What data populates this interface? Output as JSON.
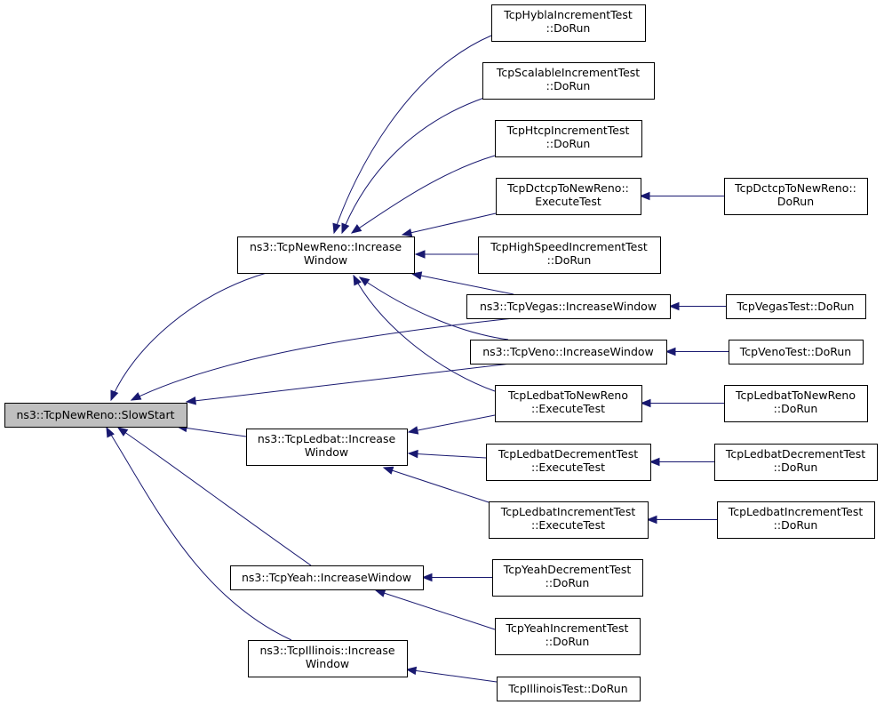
{
  "colors": {
    "edge": "#191970",
    "node_fill": "#ffffff",
    "root_fill": "#bfbfbf",
    "border": "#000000"
  },
  "nodes": {
    "slowstart": {
      "lines": [
        "ns3::TcpNewReno::SlowStart"
      ]
    },
    "newreno_iw": {
      "lines": [
        "ns3::TcpNewReno::Increase",
        "Window"
      ]
    },
    "ledbat_iw": {
      "lines": [
        "ns3::TcpLedbat::Increase",
        "Window"
      ]
    },
    "yeah_iw": {
      "lines": [
        "ns3::TcpYeah::IncreaseWindow"
      ]
    },
    "illinois_iw": {
      "lines": [
        "ns3::TcpIllinois::Increase",
        "Window"
      ]
    },
    "vegas_iw": {
      "lines": [
        "ns3::TcpVegas::IncreaseWindow"
      ]
    },
    "veno_iw": {
      "lines": [
        "ns3::TcpVeno::IncreaseWindow"
      ]
    },
    "hybla_test": {
      "lines": [
        "TcpHyblaIncrementTest",
        "::DoRun"
      ]
    },
    "scalable_test": {
      "lines": [
        "TcpScalableIncrementTest",
        "::DoRun"
      ]
    },
    "htcp_test": {
      "lines": [
        "TcpHtcpIncrementTest",
        "::DoRun"
      ]
    },
    "dctcp_exec": {
      "lines": [
        "TcpDctcpToNewReno::",
        "ExecuteTest"
      ]
    },
    "dctcp_dorun": {
      "lines": [
        "TcpDctcpToNewReno::",
        "DoRun"
      ]
    },
    "highspeed_test": {
      "lines": [
        "TcpHighSpeedIncrementTest",
        "::DoRun"
      ]
    },
    "vegas_test": {
      "lines": [
        "TcpVegasTest::DoRun"
      ]
    },
    "veno_test": {
      "lines": [
        "TcpVenoTest::DoRun"
      ]
    },
    "ledbat_newreno_exec": {
      "lines": [
        "TcpLedbatToNewReno",
        "::ExecuteTest"
      ]
    },
    "ledbat_newreno_dorun": {
      "lines": [
        "TcpLedbatToNewReno",
        "::DoRun"
      ]
    },
    "ledbat_dec_exec": {
      "lines": [
        "TcpLedbatDecrementTest",
        "::ExecuteTest"
      ]
    },
    "ledbat_dec_dorun": {
      "lines": [
        "TcpLedbatDecrementTest",
        "::DoRun"
      ]
    },
    "ledbat_inc_exec": {
      "lines": [
        "TcpLedbatIncrementTest",
        "::ExecuteTest"
      ]
    },
    "ledbat_inc_dorun": {
      "lines": [
        "TcpLedbatIncrementTest",
        "::DoRun"
      ]
    },
    "yeah_dec_test": {
      "lines": [
        "TcpYeahDecrementTest",
        "::DoRun"
      ]
    },
    "yeah_inc_test": {
      "lines": [
        "TcpYeahIncrementTest",
        "::DoRun"
      ]
    },
    "illinois_test": {
      "lines": [
        "TcpIllinoisTest::DoRun"
      ]
    }
  },
  "edges": [
    {
      "from": "newreno_iw",
      "to": "slowstart"
    },
    {
      "from": "vegas_iw",
      "to": "slowstart"
    },
    {
      "from": "veno_iw",
      "to": "slowstart"
    },
    {
      "from": "ledbat_iw",
      "to": "slowstart"
    },
    {
      "from": "yeah_iw",
      "to": "slowstart"
    },
    {
      "from": "illinois_iw",
      "to": "slowstart"
    },
    {
      "from": "hybla_test",
      "to": "newreno_iw"
    },
    {
      "from": "scalable_test",
      "to": "newreno_iw"
    },
    {
      "from": "htcp_test",
      "to": "newreno_iw"
    },
    {
      "from": "dctcp_exec",
      "to": "newreno_iw"
    },
    {
      "from": "highspeed_test",
      "to": "newreno_iw"
    },
    {
      "from": "vegas_iw",
      "to": "newreno_iw"
    },
    {
      "from": "veno_iw",
      "to": "newreno_iw"
    },
    {
      "from": "ledbat_newreno_exec",
      "to": "newreno_iw"
    },
    {
      "from": "dctcp_dorun",
      "to": "dctcp_exec"
    },
    {
      "from": "vegas_test",
      "to": "vegas_iw"
    },
    {
      "from": "veno_test",
      "to": "veno_iw"
    },
    {
      "from": "ledbat_newreno_dorun",
      "to": "ledbat_newreno_exec"
    },
    {
      "from": "ledbat_newreno_exec",
      "to": "ledbat_iw"
    },
    {
      "from": "ledbat_dec_exec",
      "to": "ledbat_iw"
    },
    {
      "from": "ledbat_inc_exec",
      "to": "ledbat_iw"
    },
    {
      "from": "ledbat_dec_dorun",
      "to": "ledbat_dec_exec"
    },
    {
      "from": "ledbat_inc_dorun",
      "to": "ledbat_inc_exec"
    },
    {
      "from": "yeah_dec_test",
      "to": "yeah_iw"
    },
    {
      "from": "yeah_inc_test",
      "to": "yeah_iw"
    },
    {
      "from": "illinois_test",
      "to": "illinois_iw"
    }
  ]
}
